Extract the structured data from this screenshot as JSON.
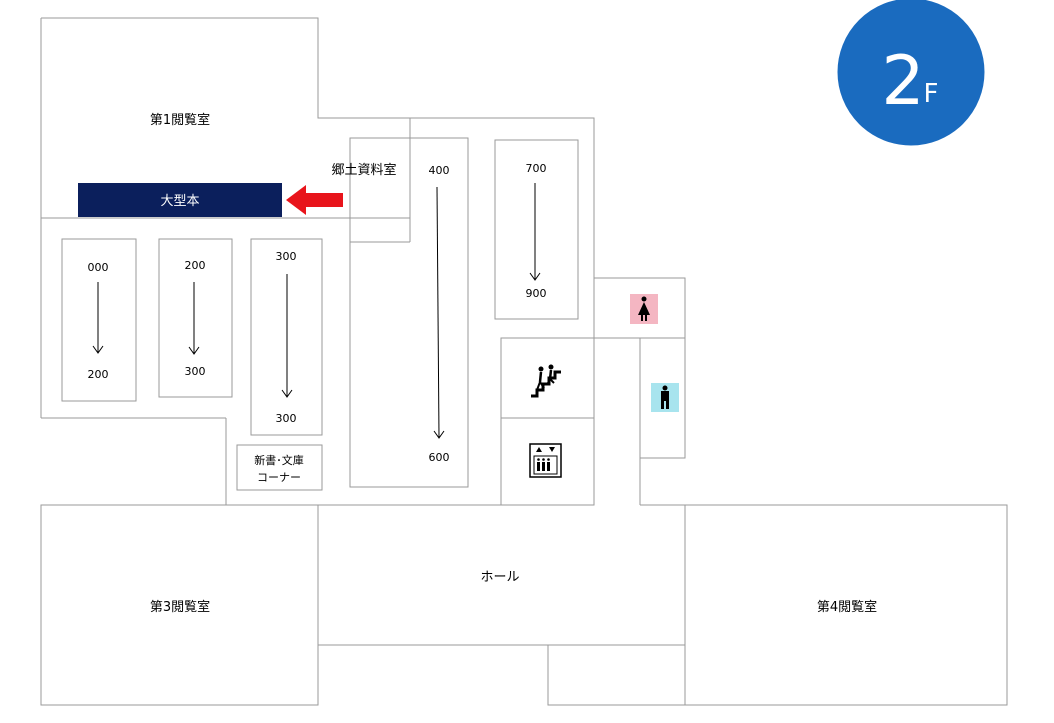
{
  "floor": {
    "number": "2",
    "suffix": "F",
    "badge_color": "#1a6bbf"
  },
  "rooms": {
    "reading_room_1": "第1閲覧室",
    "reading_room_3": "第3閲覧室",
    "reading_room_4": "第4閲覧室",
    "local_materials": "郷土資料室",
    "hall": "ホール",
    "new_books_corner_line1": "新書･文庫",
    "new_books_corner_line2": "コーナー"
  },
  "large_books": {
    "label": "大型本",
    "color": "#0b1f5c",
    "arrow_color": "#e8141b"
  },
  "shelves": [
    {
      "id": "shelf-000-200",
      "start": "000",
      "end": "200"
    },
    {
      "id": "shelf-200-300",
      "start": "200",
      "end": "300"
    },
    {
      "id": "shelf-300-300",
      "start": "300",
      "end": "300"
    },
    {
      "id": "shelf-400-600",
      "start": "400",
      "end": "600"
    },
    {
      "id": "shelf-700-900",
      "start": "700",
      "end": "900"
    }
  ],
  "icons": {
    "women_restroom_color": "#f4b6c2",
    "men_restroom_color": "#a8e4ee"
  }
}
